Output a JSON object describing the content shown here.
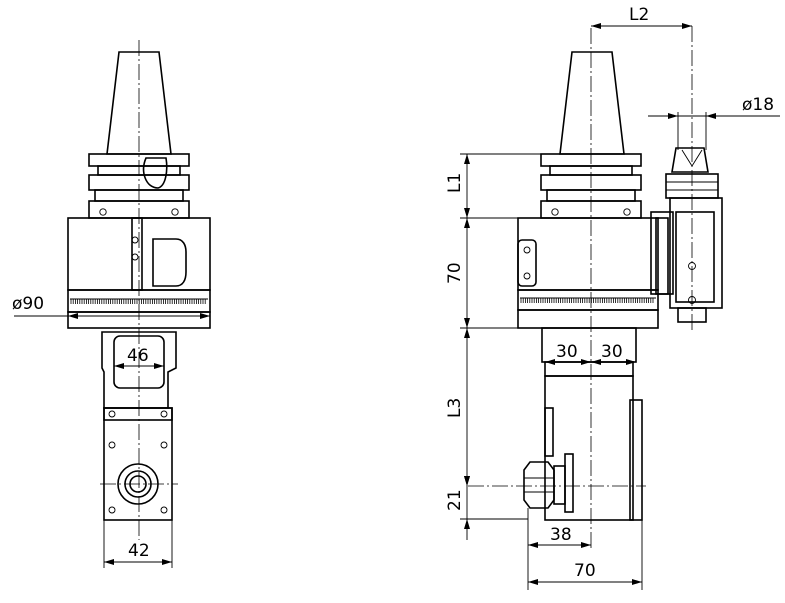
{
  "drawing": {
    "front_view": {
      "dimensions": {
        "flange_diameter": "ø90",
        "window_width": "46",
        "body_width": "42"
      }
    },
    "side_view": {
      "dimensions": {
        "L2": "L2",
        "collet_diameter": "ø18",
        "L1": "L1",
        "height_70": "70",
        "left_30": "30",
        "right_30": "30",
        "L3": "L3",
        "height_21": "21",
        "width_38": "38",
        "width_70": "70"
      }
    }
  }
}
